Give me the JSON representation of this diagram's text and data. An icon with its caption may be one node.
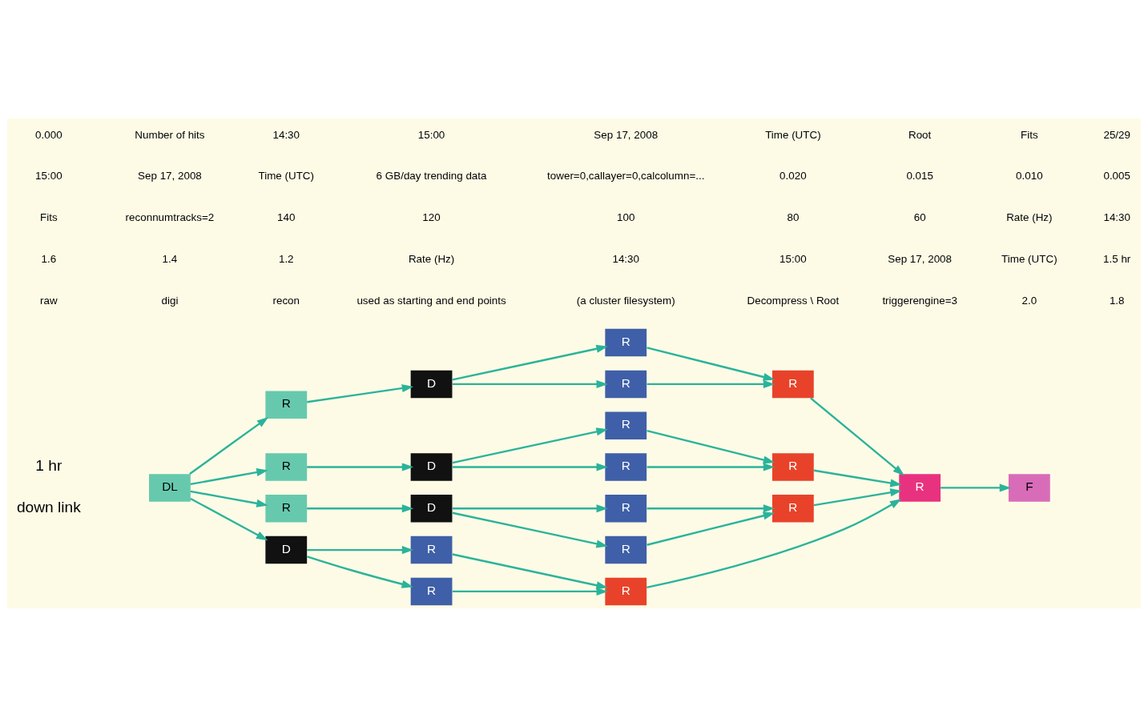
{
  "diagram": {
    "nodes": [
      {
        "text": [
          "DL"
        ],
        "beside": [
          "1 hr",
          "down link"
        ]
      },
      {
        "text": [
          "R"
        ]
      },
      {
        "text": [
          "D"
        ]
      },
      {
        "text": [
          "R"
        ]
      },
      {
        "text": [
          "R"
        ]
      },
      {
        "text": [
          "R"
        ]
      },
      {
        "text": [
          "R"
        ]
      },
      {
        "text": [
          "D"
        ]
      },
      {
        "text": [
          "R"
        ]
      },
      {
        "text": [
          "R"
        ]
      },
      {
        "text": [
          "R"
        ]
      },
      {
        "text": [
          "R"
        ]
      },
      {
        "text": [
          "D"
        ]
      },
      {
        "text": [
          "R"
        ]
      },
      {
        "text": [
          "R"
        ]
      },
      {
        "text": [
          "R"
        ]
      },
      {
        "text": [
          "D"
        ]
      },
      {
        "text": [
          "R"
        ]
      },
      {
        "text": [
          "R"
        ]
      },
      {
        "text": [
          "R"
        ]
      },
      {
        "text": [
          "R"
        ]
      },
      {
        "text": [
          "F"
        ]
      }
    ],
    "edges": [
      {
        "from": 0,
        "to": 1,
        "arrow": "to"
      },
      {
        "from": 0,
        "to": 6,
        "arrow": "to"
      },
      {
        "from": 0,
        "to": 11,
        "arrow": "to"
      },
      {
        "from": 0,
        "to": 16,
        "arrow": "to"
      },
      {
        "from": 1,
        "to": 2,
        "arrow": "to"
      },
      {
        "from": 2,
        "to": 3,
        "arrow": "to"
      },
      {
        "from": 2,
        "to": 4,
        "arrow": "to"
      },
      {
        "from": 3,
        "to": 5,
        "arrow": "to"
      },
      {
        "from": 4,
        "to": 5,
        "arrow": "to"
      },
      {
        "from": 6,
        "to": 7,
        "arrow": "to"
      },
      {
        "from": 7,
        "to": 8,
        "arrow": "to"
      },
      {
        "from": 7,
        "to": 9,
        "arrow": "to"
      },
      {
        "from": 8,
        "to": 10,
        "arrow": "to"
      },
      {
        "from": 9,
        "to": 10,
        "arrow": "to"
      },
      {
        "from": 11,
        "to": 12,
        "arrow": "to"
      },
      {
        "from": 12,
        "to": 13,
        "arrow": "to"
      },
      {
        "from": 12,
        "to": 14,
        "arrow": "to"
      },
      {
        "from": 13,
        "to": 15,
        "arrow": "to"
      },
      {
        "from": 14,
        "to": 15,
        "arrow": "to"
      },
      {
        "from": 16,
        "to": 17,
        "arrow": "to"
      },
      {
        "from": 16,
        "to": 18,
        "arrow": "to"
      },
      {
        "from": 17,
        "to": 19,
        "arrow": "to"
      },
      {
        "from": 18,
        "to": 19,
        "arrow": "to"
      },
      {
        "from": 5,
        "to": 20,
        "arrow": "to"
      },
      {
        "from": 10,
        "to": 20,
        "arrow": "to"
      },
      {
        "from": 15,
        "to": 20,
        "arrow": "to"
      },
      {
        "from": 19,
        "to": 20,
        "arrow": "to"
      },
      {
        "from": 20,
        "to": 21,
        "arrow": "to"
      }
    ],
    "labels": [
      "raw",
      "digi",
      "recon",
      "used as starting and end points",
      "(a cluster filesystem)",
      "Decompress \\ Root",
      "triggerengine=3",
      "2.0",
      "1.8",
      "1.6",
      "1.4",
      "1.2",
      "Rate (Hz)",
      "14:30",
      "15:00",
      "Sep 17, 2008",
      "Time (UTC)",
      "1.5 hr",
      "Fits",
      "reconnumtracks=2",
      "140",
      "120",
      "100",
      "80",
      "60",
      "Rate (Hz)",
      "14:30",
      "15:00",
      "Sep 17, 2008",
      "Time (UTC)",
      "6 GB/day trending data",
      "tower=0,callayer=0,calcolumn=...",
      "0.020",
      "0.015",
      "0.010",
      "0.005",
      "0.000",
      "Number of hits",
      "14:30",
      "15:00",
      "Sep 17, 2008",
      "Time (UTC)",
      "Root",
      "Fits",
      "25/29"
    ]
  }
}
